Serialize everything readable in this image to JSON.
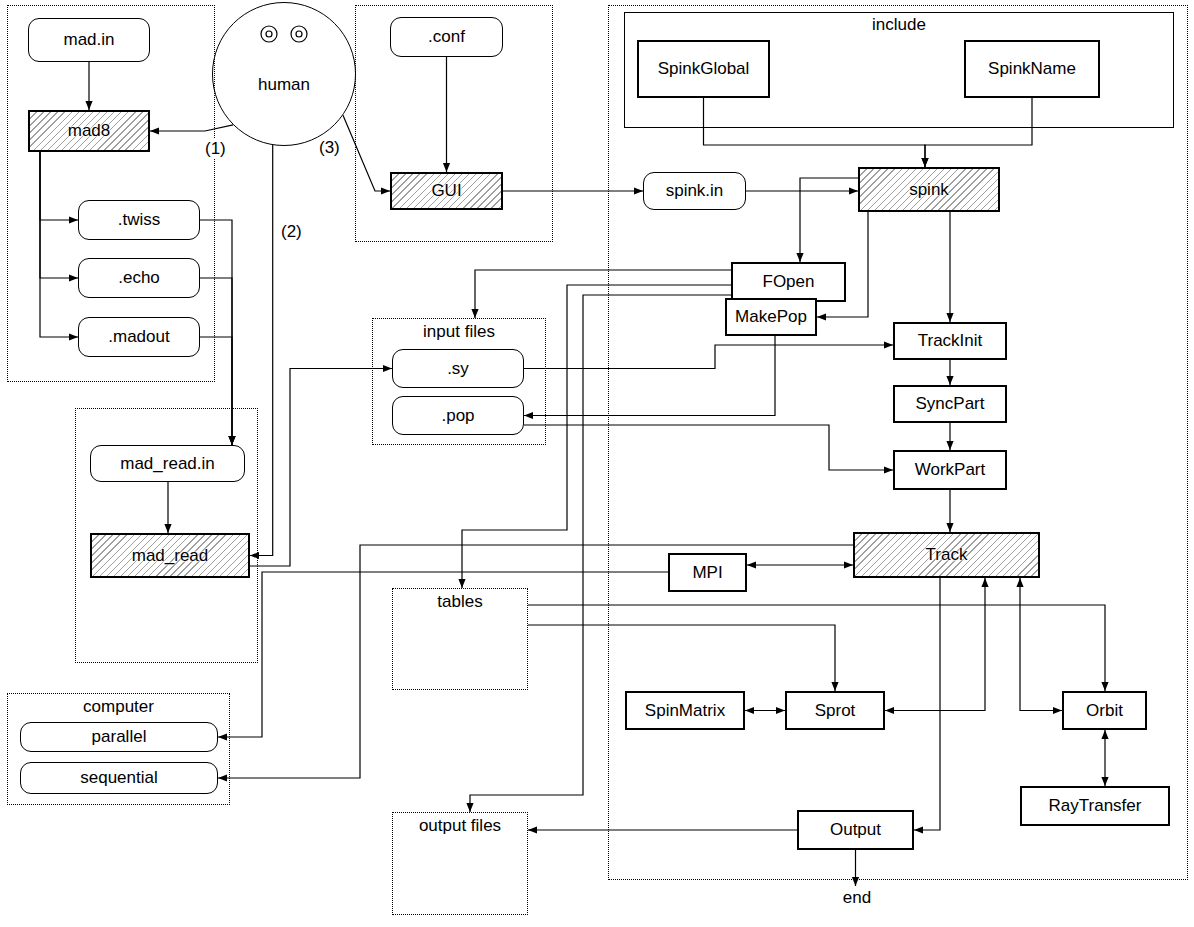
{
  "diagram": {
    "nodes": [
      {
        "text": []
      },
      {
        "text": [
          "mad.in"
        ],
        "in": 0
      },
      {
        "text": [
          "mad8"
        ],
        "in": 0
      },
      {
        "text": [
          ".twiss"
        ],
        "in": 0
      },
      {
        "text": [
          ".echo"
        ],
        "in": 0
      },
      {
        "text": [
          ".madout"
        ],
        "in": 0
      },
      {
        "text": [
          "human"
        ]
      },
      {
        "text": []
      },
      {
        "text": [
          ".conf"
        ],
        "in": 7
      },
      {
        "text": [
          "GUI"
        ],
        "in": 7
      },
      {
        "text": []
      },
      {
        "text": [
          "include"
        ],
        "in": 10
      },
      {
        "text": [
          "SpinkGlobal"
        ],
        "in": 11
      },
      {
        "text": [
          "SpinkName"
        ],
        "in": 11
      },
      {
        "text": [
          "spink.in"
        ],
        "in": 10
      },
      {
        "text": [
          "spink"
        ],
        "in": 10
      },
      {
        "text": [
          "FOpen"
        ],
        "in": 10
      },
      {
        "text": [
          "input files"
        ]
      },
      {
        "text": [
          ".sy"
        ],
        "in": 17
      },
      {
        "text": [
          ".pop"
        ],
        "in": 17
      },
      {
        "text": [
          "MakePop"
        ],
        "in": 10
      },
      {
        "text": [
          "TrackInit"
        ],
        "in": 10
      },
      {
        "text": [
          "SyncPart"
        ],
        "in": 10
      },
      {
        "text": [
          "WorkPart"
        ],
        "in": 10
      },
      {
        "text": []
      },
      {
        "text": [
          "mad_read.in"
        ],
        "in": 24
      },
      {
        "text": [
          "mad_read"
        ],
        "in": 24
      },
      {
        "text": [
          "MPI"
        ],
        "in": 10
      },
      {
        "text": [
          "Track"
        ],
        "in": 10
      },
      {
        "text": [
          "tables"
        ]
      },
      {
        "text": [
          "computer"
        ]
      },
      {
        "text": [
          "parallel"
        ],
        "in": 30
      },
      {
        "text": [
          "sequential"
        ],
        "in": 30
      },
      {
        "text": [
          "SpinMatrix"
        ],
        "in": 10
      },
      {
        "text": [
          "Sprot"
        ],
        "in": 10
      },
      {
        "text": [
          "Orbit"
        ],
        "in": 10
      },
      {
        "text": [
          "RayTransfer"
        ],
        "in": 10
      },
      {
        "text": [
          "output files"
        ]
      },
      {
        "text": [
          "Output"
        ],
        "in": 10
      }
    ],
    "edges": [
      {
        "from": 1,
        "to": 2,
        "arrow": "to"
      },
      {
        "from": 6,
        "to": 2,
        "label": "(1)",
        "arrow": "to"
      },
      {
        "from": 6,
        "to": 26,
        "label": "(2)",
        "arrow": "to"
      },
      {
        "from": 2,
        "to": 3,
        "arrow": "to"
      },
      {
        "from": 2,
        "to": 4,
        "arrow": "to"
      },
      {
        "from": 2,
        "to": 5,
        "arrow": "to"
      },
      {
        "from": 3,
        "to": 25,
        "arrow": "to"
      },
      {
        "from": 4,
        "to": 25,
        "arrow": "to"
      },
      {
        "from": 5,
        "to": 25,
        "arrow": "to"
      },
      {
        "from": 25,
        "to": 26,
        "arrow": "to"
      },
      {
        "from": 26,
        "to": 18,
        "arrow": "to"
      },
      {
        "from": 8,
        "to": 9,
        "arrow": "to"
      },
      {
        "from": 6,
        "to": 9,
        "label": "(3)",
        "arrow": "to"
      },
      {
        "from": 9,
        "to": 14,
        "arrow": "to"
      },
      {
        "from": 14,
        "to": 15,
        "arrow": "to"
      },
      {
        "from": 12,
        "to": 15,
        "arrow": "to"
      },
      {
        "from": 13,
        "to": 15,
        "arrow": "to"
      },
      {
        "from": 15,
        "to": 16,
        "arrow": "to"
      },
      {
        "from": 15,
        "to": 21,
        "arrow": "to"
      },
      {
        "from": 15,
        "to": 20,
        "arrow": "to"
      },
      {
        "from": 16,
        "to": 17,
        "arrow": "to"
      },
      {
        "from": 16,
        "to": 29,
        "arrow": "to"
      },
      {
        "from": 16,
        "to": 37,
        "arrow": "to"
      },
      {
        "from": 18,
        "to": 21,
        "arrow": "to"
      },
      {
        "from": 20,
        "to": 19,
        "arrow": "to"
      },
      {
        "from": 19,
        "to": 23,
        "arrow": "to"
      },
      {
        "from": 21,
        "to": 22,
        "arrow": "to"
      },
      {
        "from": 22,
        "to": 23,
        "arrow": "to"
      },
      {
        "from": 23,
        "to": 28,
        "arrow": "to"
      },
      {
        "from": 27,
        "to": 28,
        "arrow": "both"
      },
      {
        "from": 27,
        "to": 31,
        "arrow": "to"
      },
      {
        "from": 28,
        "to": 32,
        "arrow": "to"
      },
      {
        "from": 29,
        "to": 34,
        "arrow": "to"
      },
      {
        "from": 29,
        "to": 35,
        "arrow": "to"
      },
      {
        "from": 34,
        "to": 28,
        "arrow": "both"
      },
      {
        "from": 33,
        "to": 34,
        "arrow": "both"
      },
      {
        "from": 28,
        "to": 35,
        "arrow": "both"
      },
      {
        "from": 35,
        "to": 36,
        "arrow": "both"
      },
      {
        "from": 28,
        "to": 38,
        "arrow": "to"
      },
      {
        "from": 38,
        "to": 37,
        "arrow": "to"
      }
    ],
    "labels": [
      "end"
    ]
  }
}
